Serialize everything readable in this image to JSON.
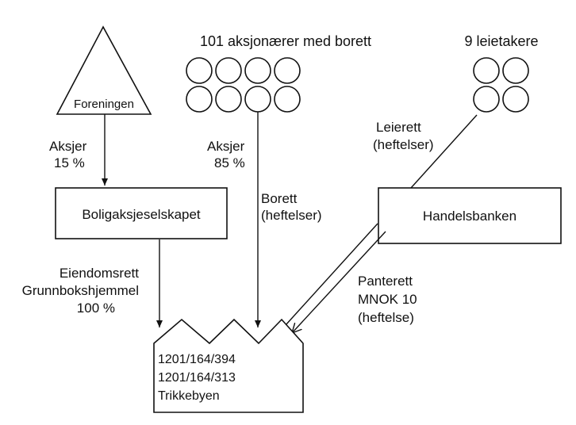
{
  "nodes": {
    "foreningen": {
      "label": "Foreningen"
    },
    "shareholders": {
      "title": "101 aksjonærer med borett"
    },
    "tenants": {
      "title": "9 leietakere"
    },
    "boligaksjeselskapet": {
      "label": "Boligaksjeselskapet"
    },
    "handelsbanken": {
      "label": "Handelsbanken"
    },
    "property": {
      "lines": [
        "1201/164/394",
        "1201/164/313",
        "Trikkebyen"
      ]
    }
  },
  "edges": {
    "foreningen_shares": {
      "line1": "Aksjer",
      "line2": "15 %"
    },
    "shareholders_shares": {
      "line1": "Aksjer",
      "line2": "85 %"
    },
    "borett": {
      "line1": "Borett",
      "line2": "(heftelser)"
    },
    "leierett": {
      "line1": "Leierett",
      "line2": "(heftelser)"
    },
    "eiendomsrett": {
      "line1": "Eiendomsrett",
      "line2": "Grunnbokshjemmel",
      "line3": "100 %"
    },
    "panterett": {
      "line1": "Panterett",
      "line2": "MNOK 10",
      "line3": "(heftelse)"
    }
  }
}
